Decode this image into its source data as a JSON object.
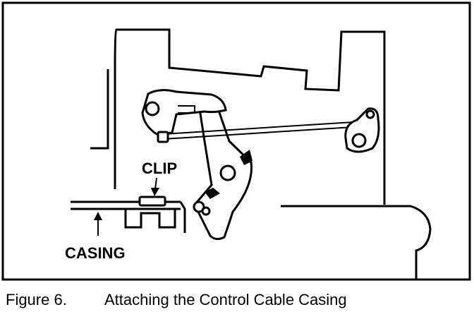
{
  "figure": {
    "labels": {
      "clip": "CLIP",
      "casing": "CASING"
    },
    "caption": {
      "number": "Figure 6.",
      "text": "Attaching the Control Cable Casing"
    }
  }
}
